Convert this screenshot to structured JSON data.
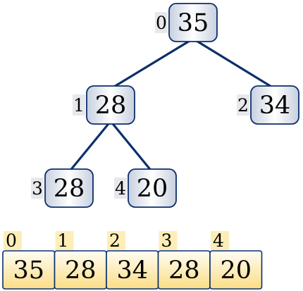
{
  "heap": {
    "nodes": [
      {
        "index": "0",
        "value": "35"
      },
      {
        "index": "1",
        "value": "28"
      },
      {
        "index": "2",
        "value": "34"
      },
      {
        "index": "3",
        "value": "28"
      },
      {
        "index": "4",
        "value": "20"
      }
    ],
    "edges": [
      {
        "from": 0,
        "to": 1
      },
      {
        "from": 0,
        "to": 2
      },
      {
        "from": 1,
        "to": 3
      },
      {
        "from": 1,
        "to": 4
      }
    ]
  },
  "array": {
    "cells": [
      {
        "index": "0",
        "value": "35"
      },
      {
        "index": "1",
        "value": "28"
      },
      {
        "index": "2",
        "value": "34"
      },
      {
        "index": "3",
        "value": "28"
      },
      {
        "index": "4",
        "value": "20"
      }
    ]
  },
  "colors": {
    "node_border": "#0b2f6b",
    "node_fill_light": "#ffffff",
    "node_fill_dark": "#c7cfdf",
    "cell_fill_light": "#fffdf4",
    "cell_fill_dark": "#fbdd86",
    "index_tag_tree": "#e7e8ec",
    "index_tag_array": "#fdeeb8"
  }
}
